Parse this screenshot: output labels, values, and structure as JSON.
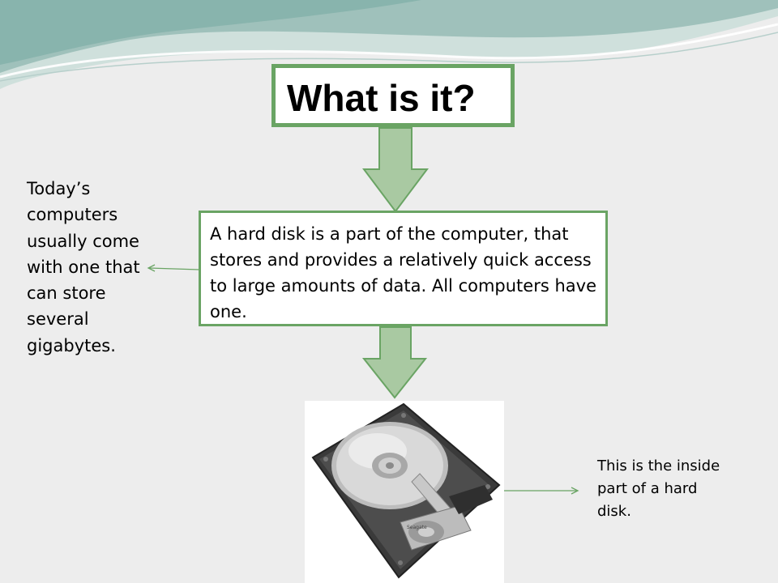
{
  "slide": {
    "title": "What is it?",
    "definition": "A hard disk is a part of the computer, that stores and provides a relatively quick access to large amounts of data. All computers have one.",
    "side_note": "Today’s computers usually come with one that can store several gigabytes.",
    "image_caption": "This is the inside part of a hard disk.",
    "disk_label": "Seagate"
  },
  "colors": {
    "accent_green": "#6aa464",
    "arrow_fill": "#a9c9a2",
    "background": "#ededed"
  }
}
